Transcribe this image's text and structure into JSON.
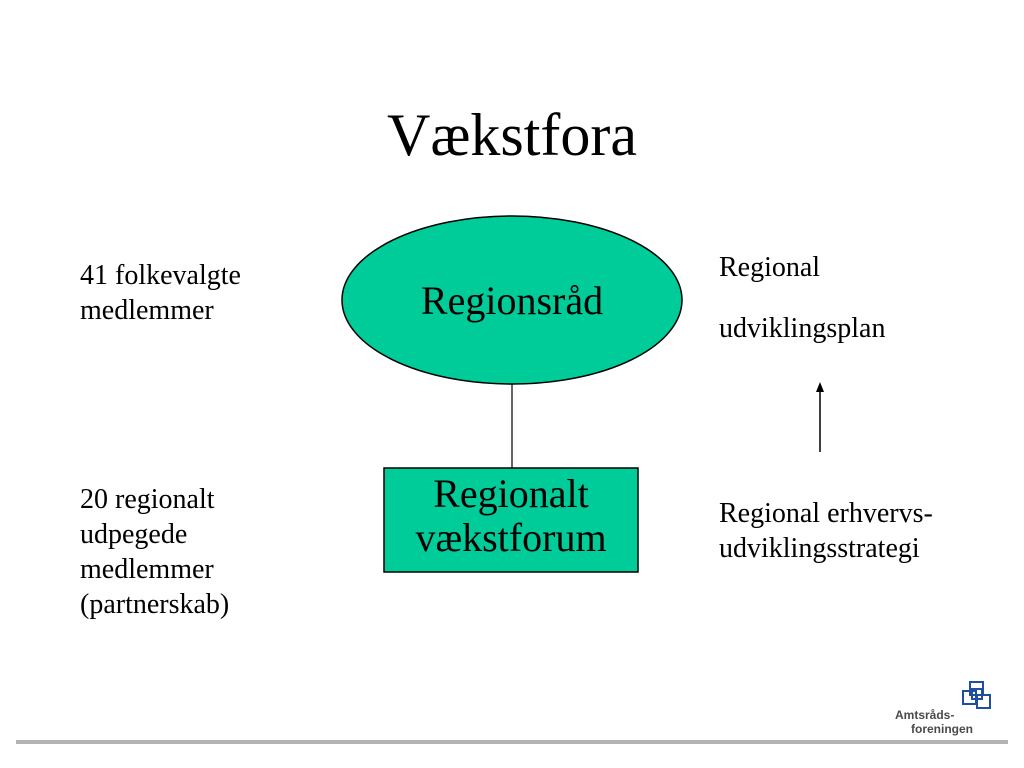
{
  "title": "Vækstfora",
  "diagram": {
    "top_node": "Regionsråd",
    "bottom_node_lines": [
      "Regionalt",
      "vækstforum"
    ],
    "colors": {
      "node_fill": "#00cc99",
      "stroke": "#000000"
    }
  },
  "left_notes": {
    "top_lines": [
      "41 folkevalgte",
      "medlemmer"
    ],
    "bottom_lines": [
      "20 regionalt",
      "udpegede",
      "medlemmer",
      "(partnerskab)"
    ]
  },
  "right_notes": {
    "top_line_1": "Regional",
    "top_line_2": "udviklingsplan",
    "bottom_lines": [
      "Regional erhvervs-",
      "udviklingsstrategi"
    ],
    "arrow_icon": "up-arrow-icon"
  },
  "logo": {
    "line1": "Amtsråds-",
    "line2": "foreningen",
    "icon": "overlapping-squares-logo-icon",
    "color": "#1f4f9e"
  },
  "footer_line_color": "#b3b3b3"
}
